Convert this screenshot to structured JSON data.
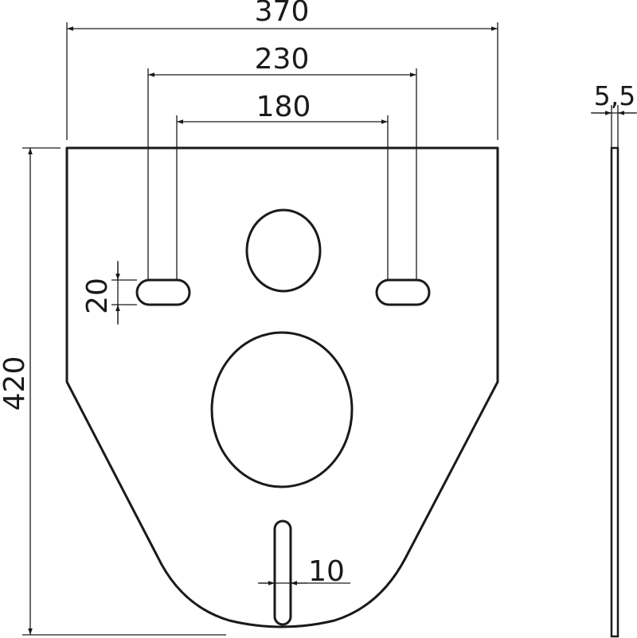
{
  "dimensions": {
    "width_total": "370",
    "rail_spacing_outer": "230",
    "rail_spacing_inner": "180",
    "height_total": "420",
    "slot_height": "20",
    "bottom_slot_width": "10",
    "thickness": "5,5"
  }
}
